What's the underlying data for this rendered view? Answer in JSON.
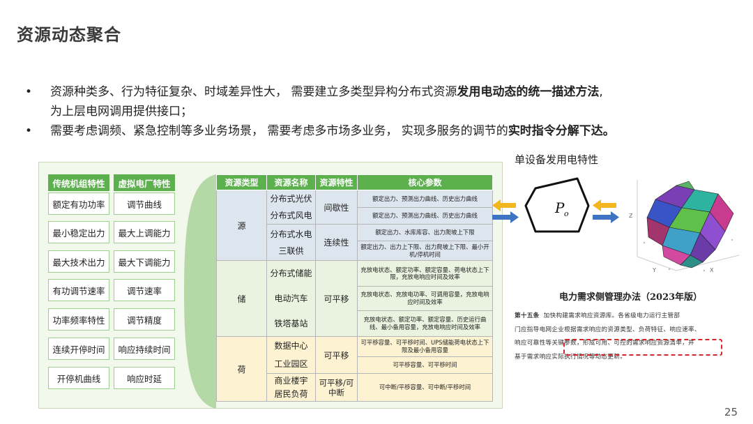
{
  "title": "资源动态聚合",
  "bullets": [
    {
      "pre": "资源种类多、行为特征复杂、时域差异性大， 需要建立多类型异构分布式资源",
      "bold": "发用电动态的统一描述方法",
      "post": ","
    },
    {
      "pre": "为上层电网调用提供接口；",
      "bold": "",
      "post": ""
    },
    {
      "pre": "需要考虑调频、紧急控制等多业务场景， 需要考虑多市场多业务， 实现多服务的调节的",
      "bold": "实时指令分解下达。",
      "post": ""
    }
  ],
  "left_panel": {
    "col1": {
      "header": "传统机组特性",
      "items": [
        "额定有功功率",
        "最小稳定出力",
        "最大技术出力",
        "有功调节速率",
        "功率频率特性",
        "连续开停时间",
        "开停机曲线"
      ]
    },
    "col2": {
      "header": "虚拟电厂特性",
      "items": [
        "调节曲线",
        "最大上调能力",
        "最大下调能力",
        "调节速率",
        "调节精度",
        "响应持续时间",
        "响应时延"
      ]
    }
  },
  "core_table": {
    "headers": [
      "资源类型",
      "资源名称",
      "资源特性",
      "核心参数"
    ],
    "groups": [
      {
        "type": "源",
        "rows": [
          {
            "names": [
              "分布式光伏",
              "分布式风电"
            ],
            "feature": "间歇性",
            "params": [
              "额定出力、预测出力曲线、历史出力曲线",
              "额定出力、预测出力曲线、历史出力曲线"
            ]
          },
          {
            "names": [
              "分布式水电",
              "三联供"
            ],
            "feature": "连续性",
            "params": [
              "额定出力、水库库容、出力爬坡上下限",
              "额定出力、出力上下限、出力爬坡上下限、最小开机/停机时间"
            ]
          }
        ]
      },
      {
        "type": "储",
        "rows": [
          {
            "names": [
              "分布式储能",
              "电动汽车",
              "铁塔基站"
            ],
            "feature": "可平移",
            "params": [
              "充放电状态、额定功率、额定容量、荷电状态上下限，充放电响应时间及效率",
              "充放电状态、充放电功率、可调用容量，充放电响应时间及效率",
              "充放电状态、额定功率、额定容量、历史运行曲线、最小备用容量，充放电响应时间及效率"
            ]
          }
        ]
      },
      {
        "type": "荷",
        "rows": [
          {
            "names": [
              "数据中心",
              "工业园区"
            ],
            "feature": "可平移",
            "params": [
              "可平移容量、可平移时间、UPS储能荷电状态上下限及最小备用容量",
              "可平移容量、可平移时间"
            ]
          },
          {
            "names": [
              "商业楼宇",
              "居民负荷"
            ],
            "feature": "可平移/可中断",
            "params": [
              "可中断/平移容量、可中断/平移时间"
            ]
          }
        ]
      }
    ]
  },
  "right": {
    "label": "单设备发用电特性",
    "symbol_main": "P",
    "symbol_sub": "o",
    "axis_x": "X",
    "axis_y": "Y",
    "axis_z": "Z",
    "policy_title": "电力需求侧管理办法（2023年版）",
    "policy_article": "第十五条",
    "policy_line1": "加快构建需求响应资源库。各省级电力运行主管部",
    "policy_line2": "门应指导电网企业根据需求响应的资源类型、负荷特征、响应速率、",
    "policy_line3": "响应可靠性等关键参数，形成可用、可控的需求响应资源清单，并",
    "policy_line4": "基于需求响应实际执行情况等动态更新。"
  },
  "colors": {
    "green_header": "#5cb04e",
    "source_bg": "#dde5ee",
    "storage_bg": "#e9f3df",
    "load_bg": "#fdf3d3",
    "arrow_yellow": "#f3b61f",
    "arrow_blue": "#3e74c4",
    "dash_red": "#d0272d"
  },
  "page_number": "25"
}
